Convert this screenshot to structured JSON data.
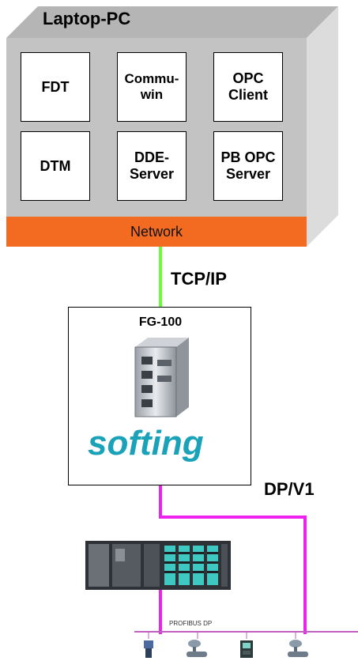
{
  "laptop": {
    "title": "Laptop-PC",
    "modules": [
      {
        "label": "FDT"
      },
      {
        "label": "Commu-\nwin"
      },
      {
        "label": "OPC\nClient"
      },
      {
        "label": "DTM"
      },
      {
        "label": "DDE-\nServer"
      },
      {
        "label": "PB OPC\nServer"
      }
    ],
    "network_label": "Network"
  },
  "links": {
    "tcpip": "TCP/IP",
    "dpv1": "DP/V1"
  },
  "gateway": {
    "title": "FG-100",
    "brand": "softing"
  },
  "profibus": {
    "label": "PROFIBUS DP"
  },
  "colors": {
    "network": "#f26b21",
    "tcp_wire": "#66ff33",
    "dp_wire": "#ee22ee",
    "laptop_face": "#c3c3c3",
    "softing_teal": "#1aa3b8"
  }
}
